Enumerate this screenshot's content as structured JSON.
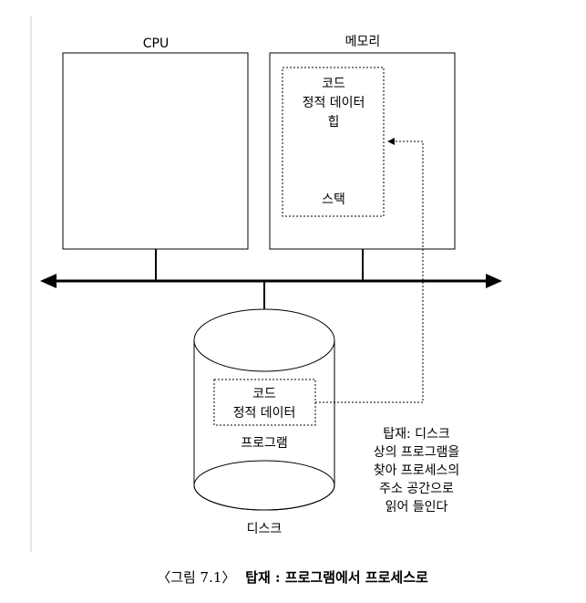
{
  "cpu": {
    "label": "CPU"
  },
  "memory": {
    "label": "메모리",
    "region": {
      "code": "코드",
      "static_data": "정적 데이터",
      "heap": "힙",
      "stack": "스택"
    }
  },
  "disk": {
    "label": "디스크",
    "program": {
      "code": "코드",
      "static_data": "정적 데이터",
      "name": "프로그램"
    }
  },
  "annotation": {
    "lines": [
      "탑재: 디스크",
      "상의 프로그램을",
      "찾아 프로세스의",
      "주소 공간으로",
      "읽어 들인다"
    ]
  },
  "caption": {
    "number": "〈그림 7.1〉",
    "title": "탑재 : 프로그램에서 프로세스로"
  }
}
